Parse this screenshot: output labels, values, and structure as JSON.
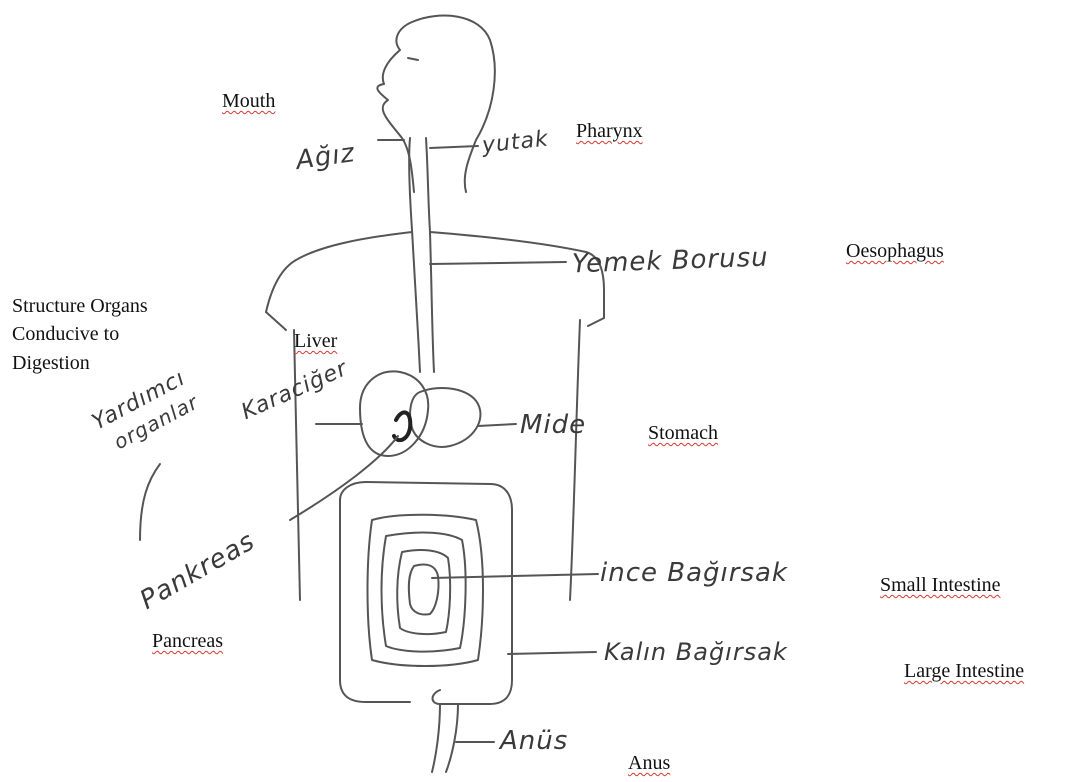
{
  "labels": {
    "mouth": "Mouth",
    "pharynx": "Pharynx",
    "oesophagus": "Oesophagus",
    "structure_line1": "Structure Organs",
    "structure_line2": "Conducive to",
    "structure_line3": "Digestion",
    "liver": "Liver",
    "stomach": "Stomach",
    "small_intestine": "Small Intestine",
    "pancreas": "Pancreas",
    "large_intestine": "Large Intestine",
    "anus": "Anus"
  },
  "handwritten": {
    "agiz": "Ağız",
    "yutak": "yutak",
    "yemek_borusu": "Yemek Borusu",
    "yardimci": "Yardımcı",
    "organlar": "organlar",
    "karaciger": "Karaciğer",
    "mide": "Mide",
    "ince_bagirsak": "ince Bağırsak",
    "pankreas": "Pankreas",
    "kalin_bagirsak": "Kalın Bağırsak",
    "anus_tr": "Anüs"
  }
}
